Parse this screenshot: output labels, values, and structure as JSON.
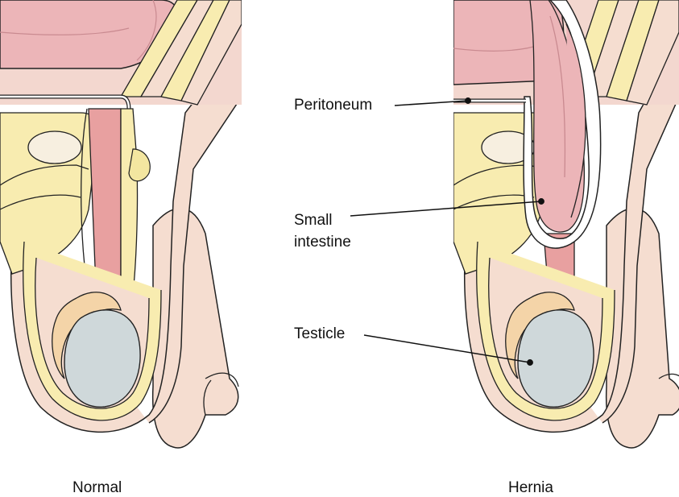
{
  "captions": {
    "normal": "Normal",
    "hernia": "Hernia"
  },
  "labels": {
    "peritoneum": "Peritoneum",
    "small_intestine_line1": "Small",
    "small_intestine_line2": "intestine",
    "testicle": "Testicle"
  },
  "colors": {
    "skin": "#f5ddd0",
    "fat": "#f8ecb0",
    "muscle_pink": "#e8a0a0",
    "intestine": "#ecb5b8",
    "testicle": "#cfd8da",
    "epididymis": "#f4d4a8",
    "outline": "#222222"
  }
}
